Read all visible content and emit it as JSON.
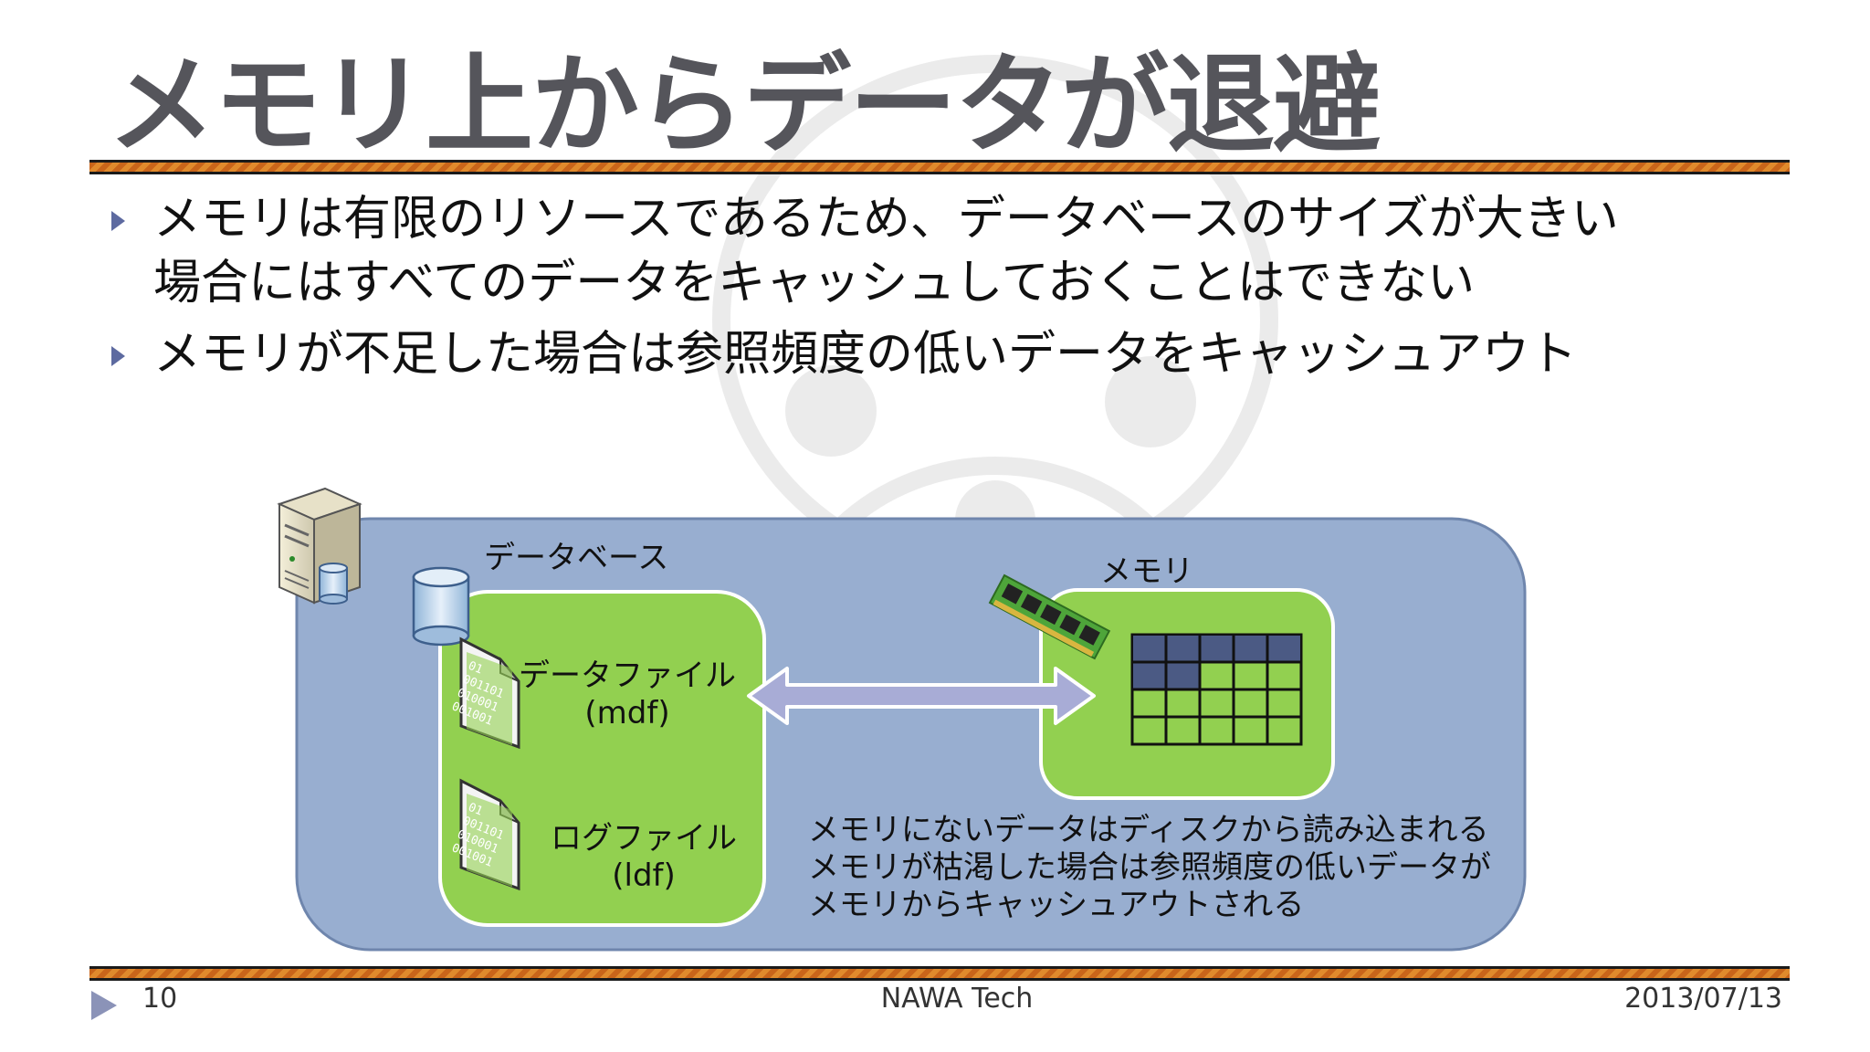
{
  "slide": {
    "title": "メモリ上からデータが退避",
    "bullets": [
      {
        "lines": [
          "メモリは有限のリソースであるため、データベースのサイズが大きい",
          "場合にはすべてのデータをキャッシュしておくことはできない"
        ]
      },
      {
        "lines": [
          "メモリが不足した場合は参照頻度の低いデータをキャッシュアウト"
        ]
      }
    ]
  },
  "diagram": {
    "database_label": "データベース",
    "memory_label": "メモリ",
    "data_file": {
      "name": "データファイル",
      "ext": "(mdf)",
      "bits": [
        "01",
        "001101",
        "010001",
        "001001"
      ]
    },
    "log_file": {
      "name": "ログファイル",
      "ext": "(ldf)",
      "bits": [
        "01",
        "001101",
        "010001",
        "001001"
      ]
    },
    "notes": [
      "メモリにないデータはディスクから読み込まれる",
      "メモリが枯渇した場合は参照頻度の低いデータが",
      "メモリからキャッシュアウトされる"
    ]
  },
  "footer": {
    "page": "10",
    "center": "NAWA Tech",
    "date": "2013/07/13"
  },
  "colors": {
    "title": "#55555b",
    "outer_box": "#98aed0",
    "green_box": "#92d050",
    "grid_used": "#4b5a84",
    "arrow": "#a8acd6",
    "rule": "#d2731f",
    "bullet_arrow": "#5d6aa0"
  }
}
